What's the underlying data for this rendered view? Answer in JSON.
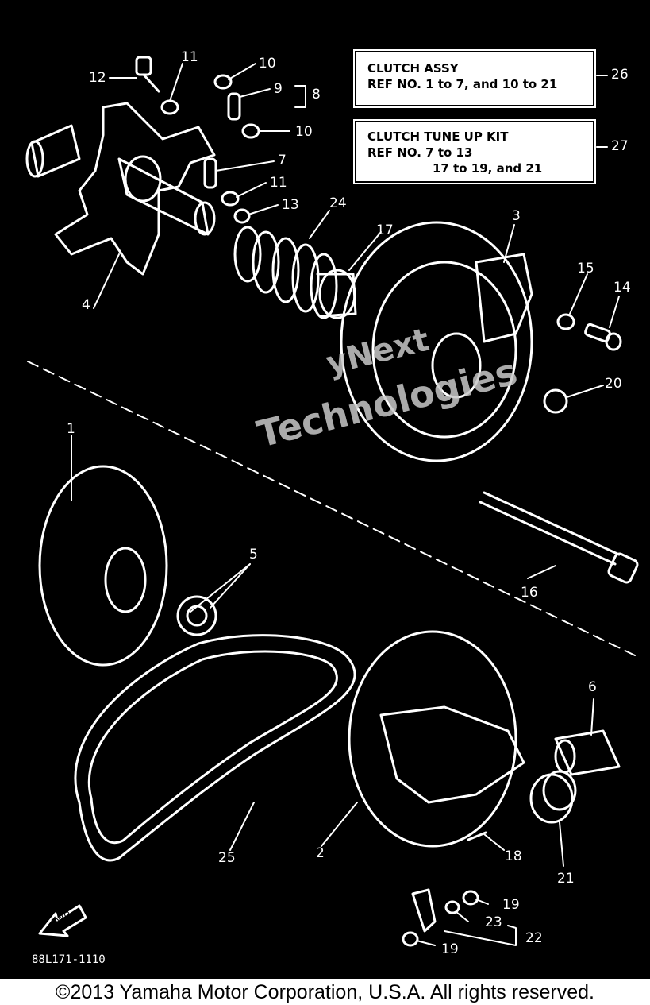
{
  "boxes": {
    "clutch_assy": {
      "title": "CLUTCH ASSY",
      "line2": "REF NO. 1 to 7, and 10 to 21",
      "ref": "26"
    },
    "tune_up_kit": {
      "title": "CLUTCH TUNE UP KIT",
      "line2": "REF NO. 7 to 13",
      "line3": "17 to 19, and 21",
      "ref": "27"
    }
  },
  "callouts": {
    "n1": "1",
    "n2": "2",
    "n3": "3",
    "n4": "4",
    "n5": "5",
    "n6": "6",
    "n7": "7",
    "n8": "8",
    "n9": "9",
    "n10a": "10",
    "n10b": "10",
    "n11a": "11",
    "n11b": "11",
    "n12": "12",
    "n13": "13",
    "n14": "14",
    "n15": "15",
    "n16": "16",
    "n17": "17",
    "n18": "18",
    "n19a": "19",
    "n19b": "19",
    "n20": "20",
    "n21": "21",
    "n22": "22",
    "n23": "23",
    "n24": "24",
    "n25": "25"
  },
  "fwd_label": "FWD",
  "diagram_code": "88L171-1110",
  "watermark": {
    "line1": "yNext",
    "line2": "Technologies"
  },
  "copyright": "©2013 Yamaha Motor Corporation, U.S.A. All rights reserved."
}
